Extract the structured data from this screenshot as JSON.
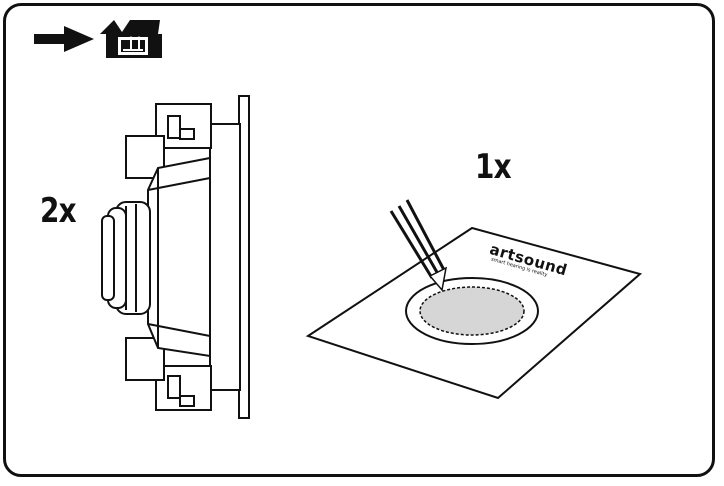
{
  "diagram": {
    "items": [
      {
        "id": "speaker",
        "quantity": "2x"
      },
      {
        "id": "template",
        "quantity": "1x"
      }
    ],
    "template_logo": {
      "brand": "artsound",
      "tagline": "smart hearing is reality"
    },
    "colors": {
      "line": "#111111",
      "fill": "#ffffff",
      "cutout": "#d6d6d6"
    },
    "icons": [
      "arrow-right-icon",
      "box-contents-icon"
    ]
  }
}
